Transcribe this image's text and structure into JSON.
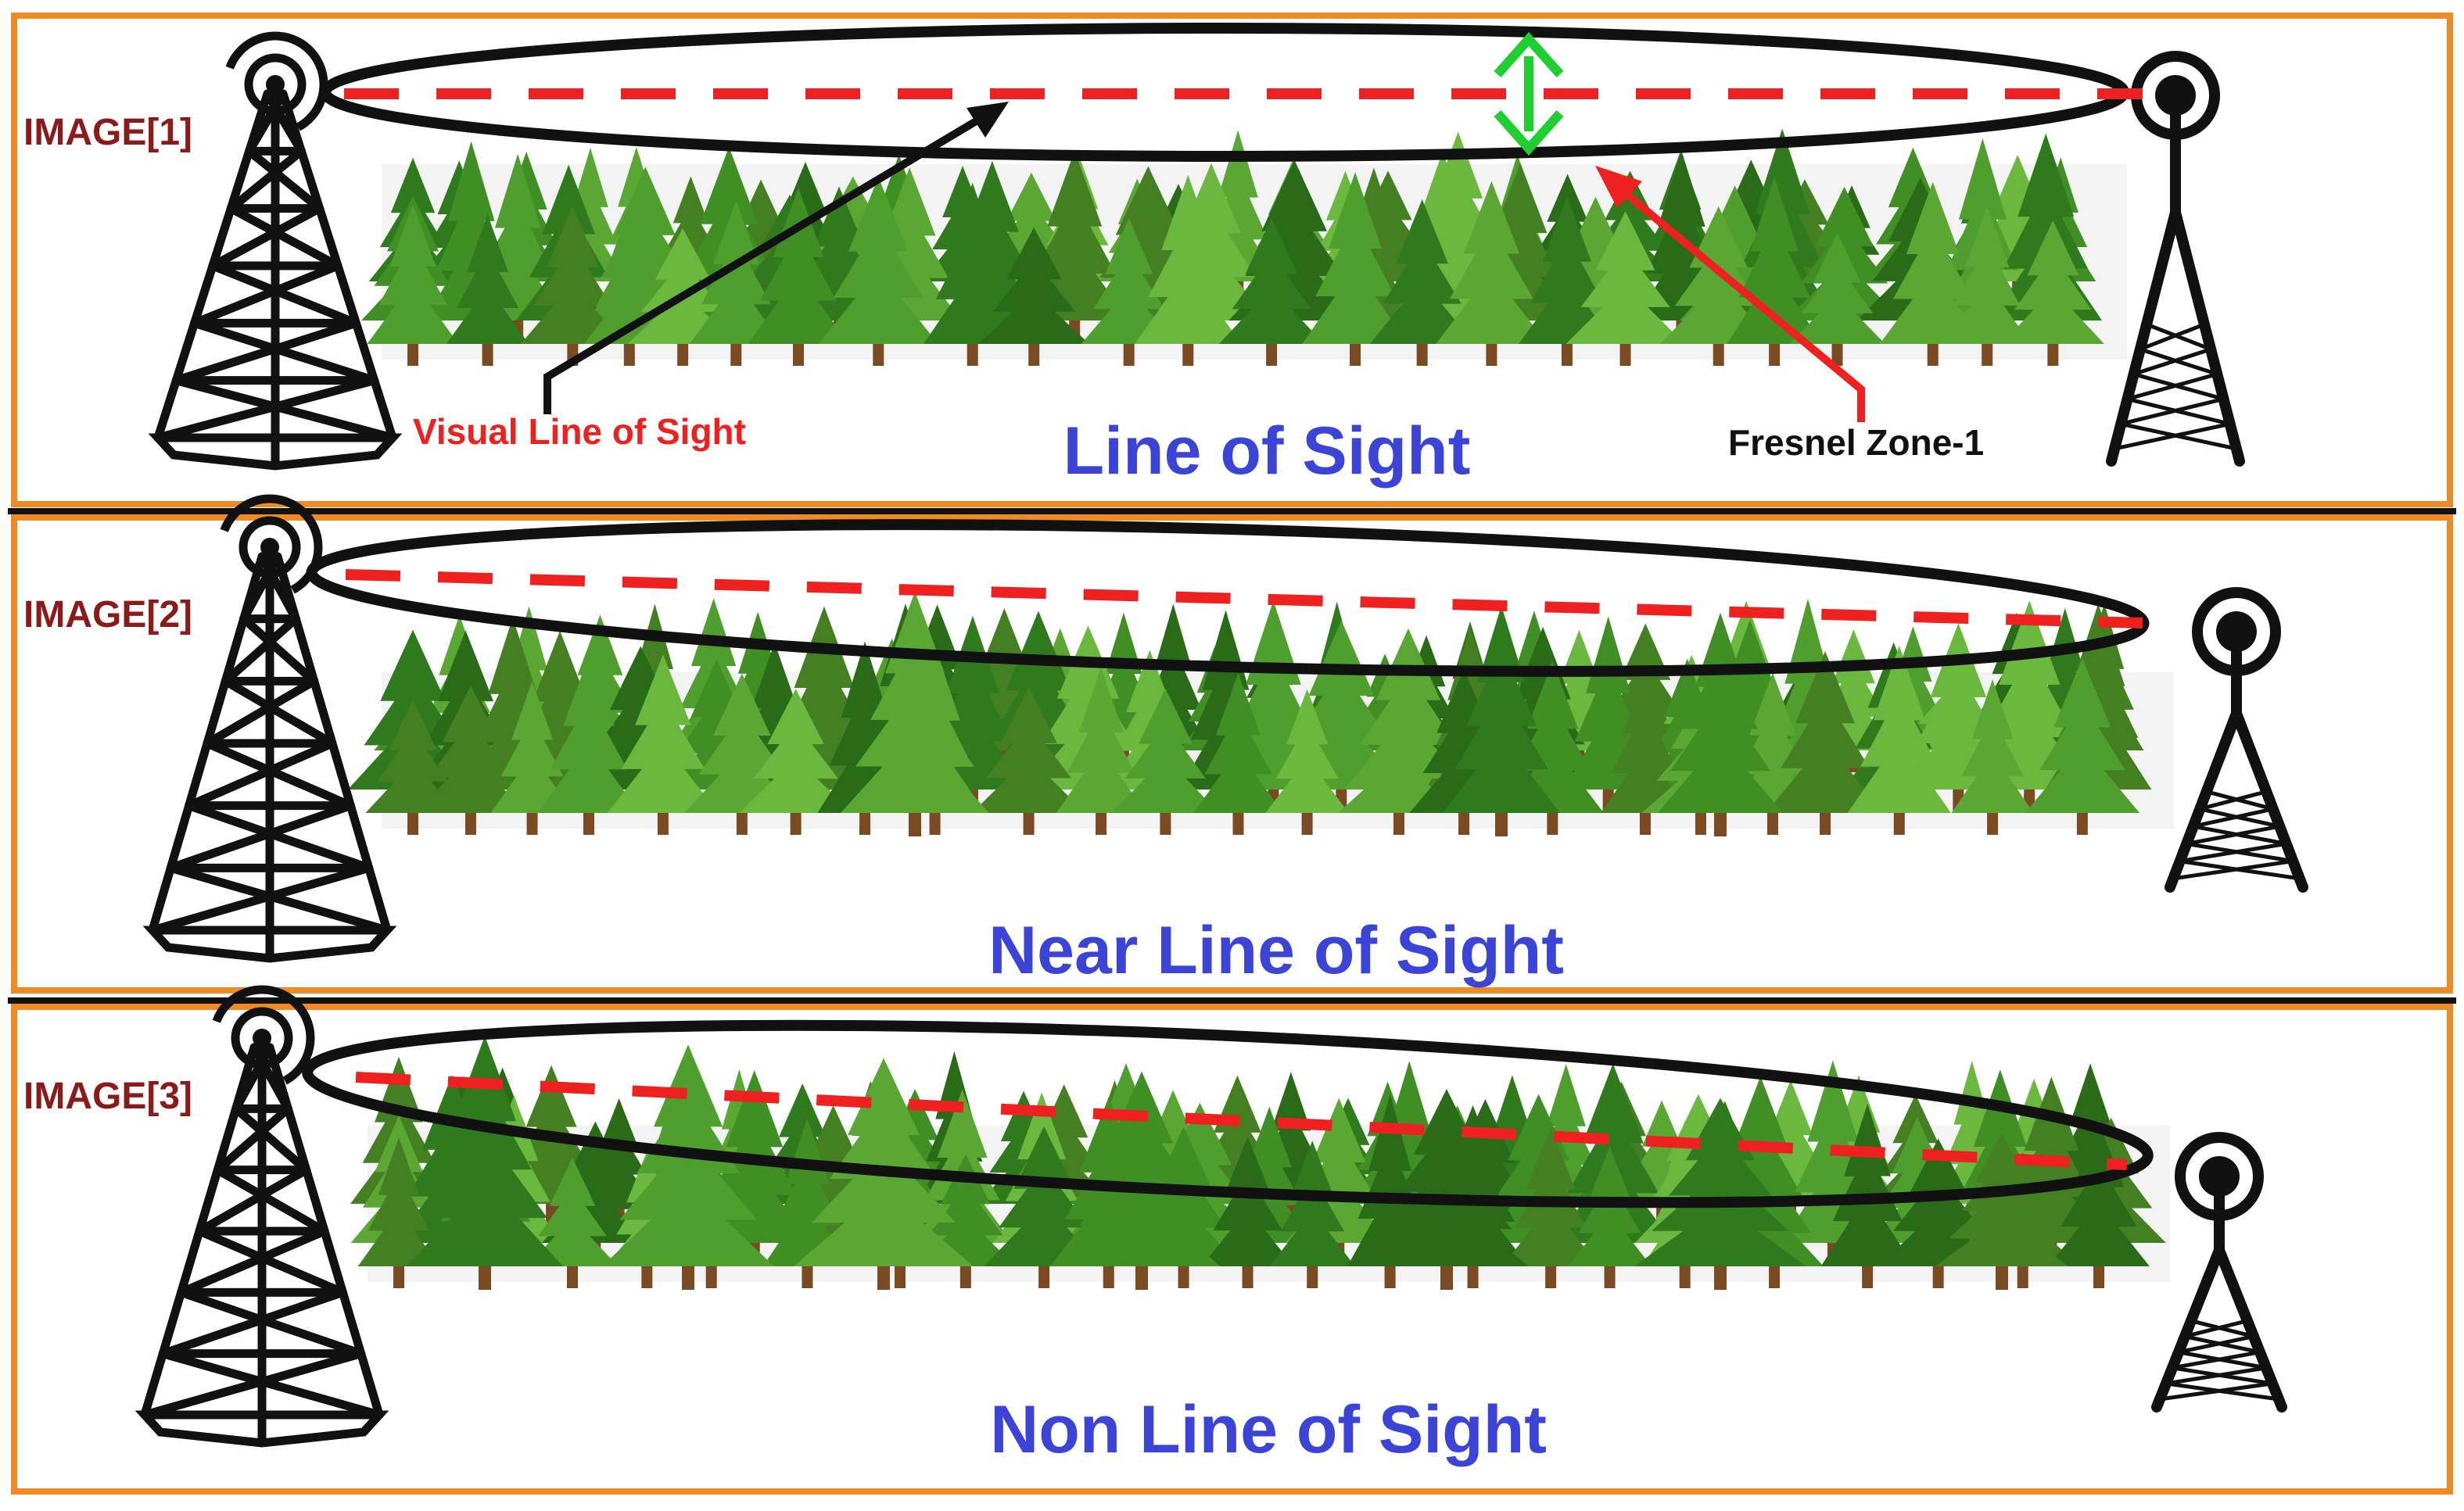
{
  "colors": {
    "panel_border": "#f08a24",
    "divider": "#111111",
    "fresnel": "#111111",
    "sightline": "#ee2020",
    "arrow_black": "#111111",
    "arrow_red": "#ee2020",
    "arrow_green": "#1fcf2f",
    "image_label": "#8b1a1a",
    "caption": "#3b44d6",
    "visual_label": "#ee2020",
    "fresnel_label": "#111111",
    "tree_colors": [
      "#2f7a1c",
      "#3f8f25",
      "#4f9f2e",
      "#5aa733",
      "#2a6b18",
      "#6bb83f",
      "#447f22"
    ],
    "trunk": "#7a4a22"
  },
  "icons": {
    "left_tower": "lattice-tower-icon",
    "right_tower": "antenna-tower-icon",
    "trees": "pine-tree-icon"
  },
  "panels": [
    {
      "id": "image-1",
      "label": "IMAGE[1]",
      "caption": "Line of Sight",
      "annotations": {
        "visual_line_of_sight": "Visual Line of Sight",
        "fresnel_zone": "Fresnel Zone-1"
      }
    },
    {
      "id": "image-2",
      "label": "IMAGE[2]",
      "caption": "Near Line of Sight"
    },
    {
      "id": "image-3",
      "label": "IMAGE[3]",
      "caption": "Non Line of Sight"
    }
  ]
}
